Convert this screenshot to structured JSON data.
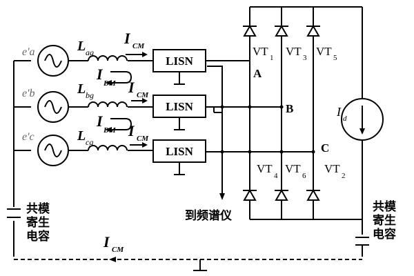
{
  "sources": [
    "e'a",
    "e'b",
    "e'c"
  ],
  "inductors": [
    {
      "base": "L",
      "sub": "ag"
    },
    {
      "base": "L",
      "sub": "bg"
    },
    {
      "base": "L",
      "sub": "cg"
    }
  ],
  "currents": {
    "icm": {
      "base": "I",
      "sub": "CM"
    },
    "idm": {
      "base": "I",
      "sub": "DM"
    },
    "id": {
      "base": "I",
      "sub": "d"
    }
  },
  "lisn_label": "LISN",
  "thyristors": [
    {
      "base": "VT",
      "sub": "1"
    },
    {
      "base": "VT",
      "sub": "3"
    },
    {
      "base": "VT",
      "sub": "5"
    },
    {
      "base": "VT",
      "sub": "4"
    },
    {
      "base": "VT",
      "sub": "6"
    },
    {
      "base": "VT",
      "sub": "2"
    }
  ],
  "nodes": [
    "A",
    "B",
    "C"
  ],
  "spectrum_label": "到频谱仪",
  "parasitic_cap": [
    "共模",
    "寄生",
    "电容"
  ]
}
